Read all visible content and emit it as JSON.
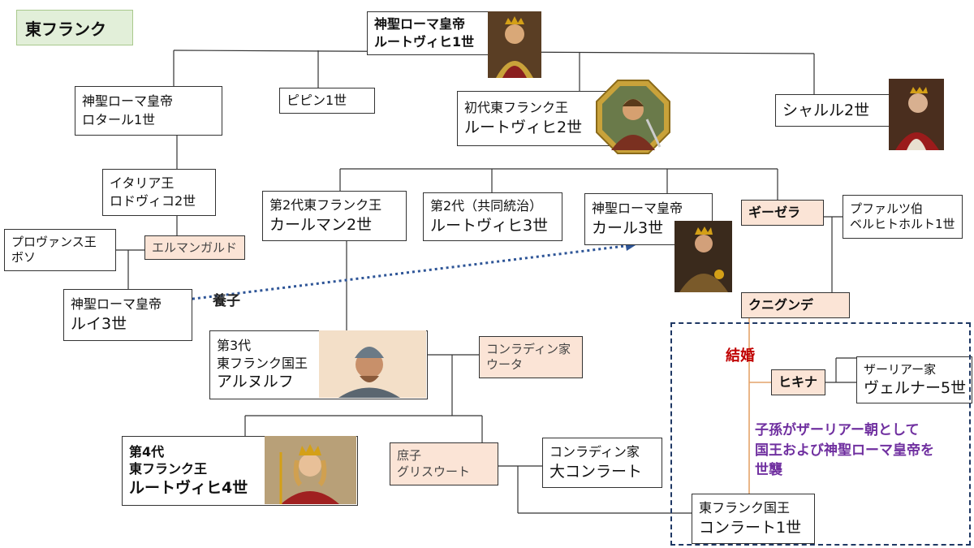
{
  "title": "東フランク",
  "persons": {
    "ludwig1": {
      "l1": "神聖ローマ皇帝",
      "l2": "ルートヴィヒ1世"
    },
    "lothar1": {
      "l1": "神聖ローマ皇帝",
      "l2": "ロタール1世"
    },
    "pippin1": {
      "l1": "ピピン1世"
    },
    "ludwig2": {
      "l1": "初代東フランク王",
      "l2": "ルートヴィヒ2世"
    },
    "charles2": {
      "l1": "シャルル2世"
    },
    "ludovico2": {
      "l1": "イタリア王",
      "l2": "ロドヴィコ2世"
    },
    "karlmann2": {
      "l1": "第2代東フランク王",
      "l2": "カールマン2世"
    },
    "ludwig3": {
      "l1": "第2代（共同統治）",
      "l2": "ルートヴィヒ3世"
    },
    "karl3": {
      "l1": "神聖ローマ皇帝",
      "l2": "カール3世"
    },
    "gisela": {
      "l1": "ギーゼラ"
    },
    "berthold": {
      "l1": "プファルツ伯",
      "l2": "ベルヒトホルト1世"
    },
    "boso": {
      "l1": "プロヴァンス王",
      "l2": "ボソ"
    },
    "ermengard": {
      "l1": "エルマンガルド"
    },
    "louis3": {
      "l1": "神聖ローマ皇帝",
      "l2": "ルイ3世"
    },
    "kunigunde": {
      "l1": "クニグンデ"
    },
    "arnulf": {
      "l1": "第3代",
      "l2": "東フランク国王",
      "l3": "アルヌルフ"
    },
    "uta": {
      "l1": "コンラディン家",
      "l2": "ウータ"
    },
    "hichina": {
      "l1": "ヒキナ"
    },
    "werner5": {
      "l1": "ザーリアー家",
      "l2": "ヴェルナー5世"
    },
    "ludwig4": {
      "l1": "第4代",
      "l2": "東フランク王",
      "l3": "ルートヴィヒ4世"
    },
    "zwentibold": {
      "l1": "庶子",
      "l2": "グリスウート"
    },
    "conrad_elder": {
      "l1": "コンラディン家",
      "l2": "大コンラート"
    },
    "conrad1": {
      "l1": "東フランク国王",
      "l2": "コンラート1世"
    }
  },
  "notes": {
    "adoption": "養子",
    "marriage": "結婚",
    "salian": [
      "子孫がザーリアー朝として",
      "国王および神聖ローマ皇帝を",
      "世襲"
    ]
  },
  "colors": {
    "spouse_fill": "#fbe4d6",
    "title_fill": "#e2efd9",
    "marriage_text": "#c00000",
    "note_text": "#7030a0",
    "adoption_line": "#2e5597",
    "frame": "#1f3864"
  }
}
